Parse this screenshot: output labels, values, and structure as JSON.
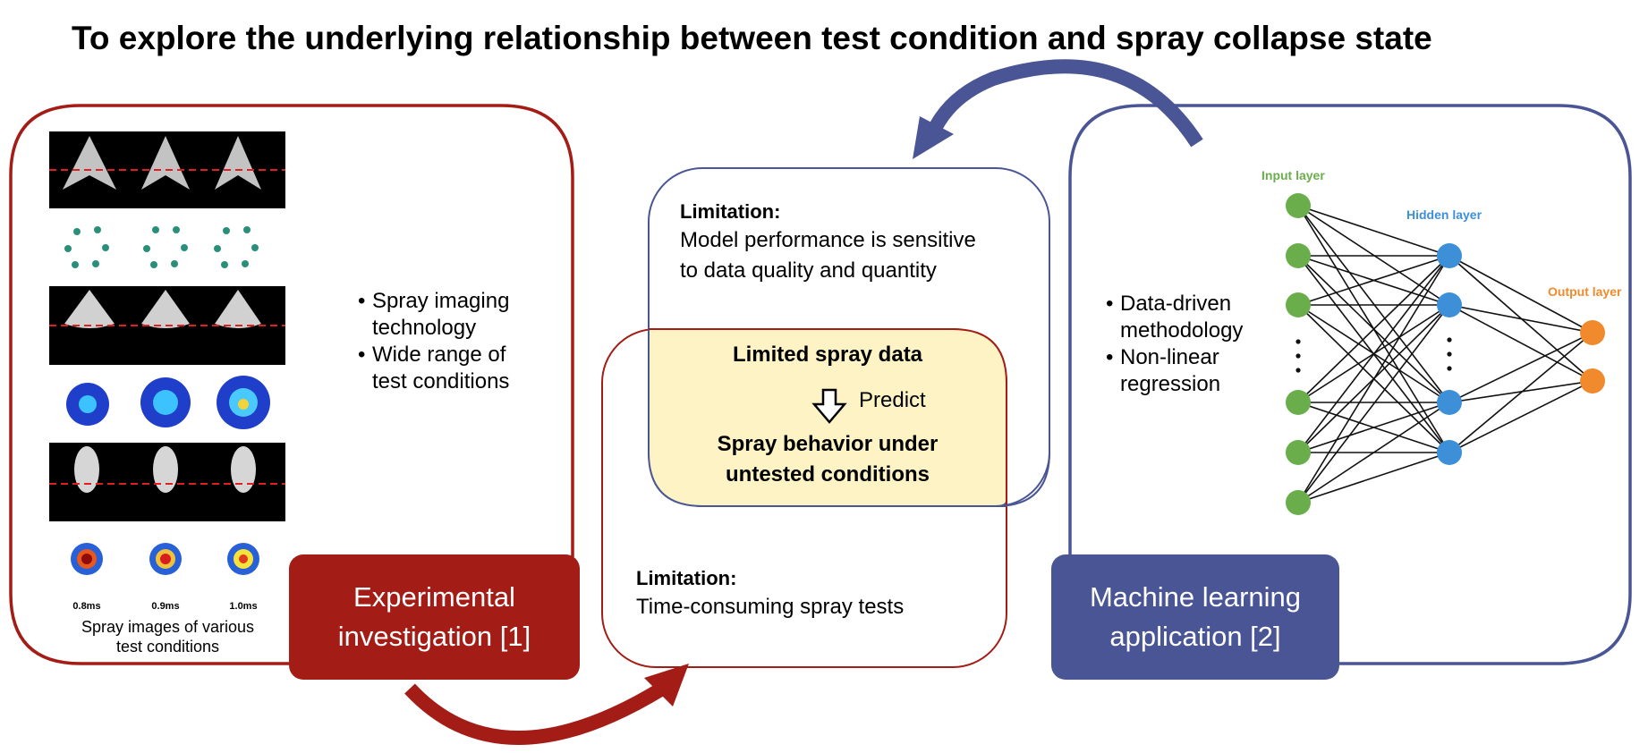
{
  "title": "To explore the underlying relationship between test condition and spray collapse state",
  "experimental": {
    "label_line1": "Experimental",
    "label_line2": "investigation [1]",
    "bullets": [
      {
        "line1": "Spray imaging",
        "line2": "technology"
      },
      {
        "line1": "Wide range of",
        "line2": "test conditions"
      }
    ],
    "time_labels": [
      "0.8ms",
      "0.9ms",
      "1.0ms"
    ],
    "caption_line1": "Spray images of various",
    "caption_line2": "test conditions"
  },
  "machine_learning": {
    "label_line1": "Machine learning",
    "label_line2": "application [2]",
    "bullets": [
      {
        "line1": "Data-driven",
        "line2": "methodology"
      },
      {
        "line1": "Non-linear",
        "line2": "regression"
      }
    ],
    "network": {
      "input_label": "Input layer",
      "hidden_label": "Hidden layer",
      "output_label": "Output layer",
      "colors": {
        "input": "#6aae4b",
        "hidden": "#3d8fd8",
        "output": "#f08a2c"
      }
    }
  },
  "limitation_ml": {
    "heading": "Limitation:",
    "line1": "Model performance is sensitive",
    "line2": "to data quality and quantity"
  },
  "limitation_exp": {
    "heading": "Limitation:",
    "line1": "Time-consuming spray tests"
  },
  "overlap": {
    "line1": "Limited spray data",
    "predict": "Predict",
    "line2": "Spray behavior under",
    "line3": "untested conditions"
  },
  "colors": {
    "red": "#a31d16",
    "blue": "#4a5596",
    "yellow_fill": "#fdf3c4"
  }
}
